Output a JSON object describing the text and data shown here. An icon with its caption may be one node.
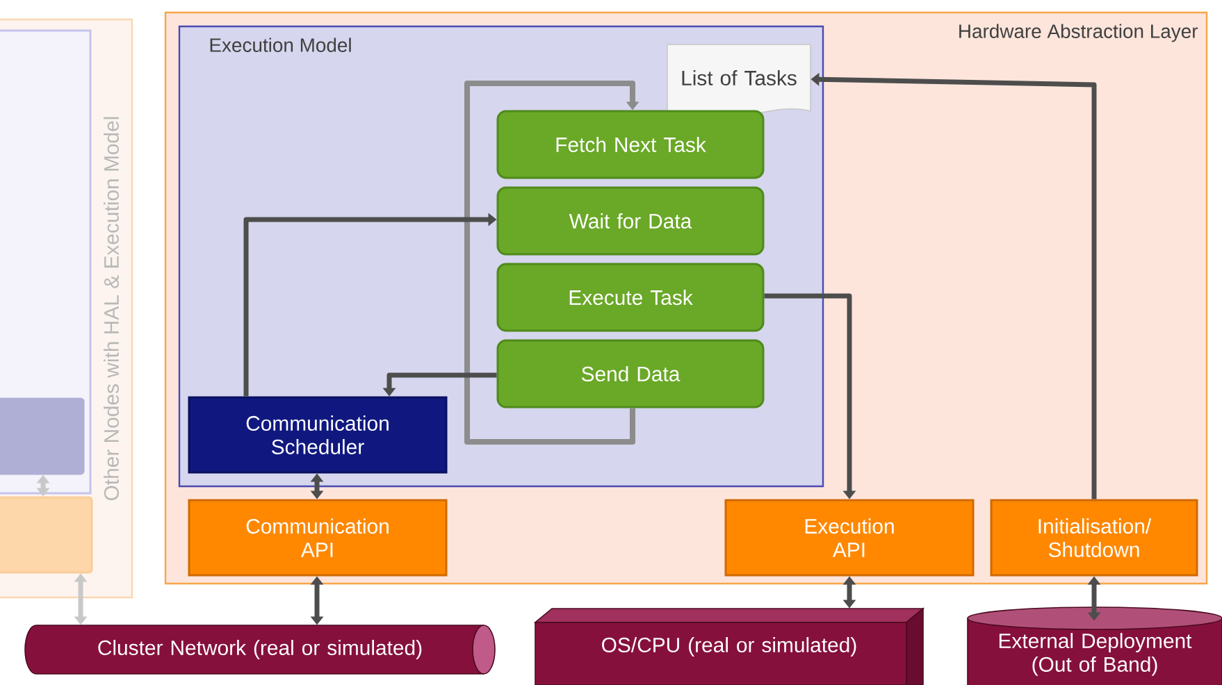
{
  "diagram": {
    "nodes": [
      {
        "text": [
          "Other Nodes with HAL & Execution Model"
        ]
      },
      {
        "text": [],
        "shape": "box",
        "in": 0
      },
      {
        "text": [],
        "shape": "box",
        "in": 1
      },
      {
        "text": [],
        "shape": "box",
        "in": 0
      },
      {
        "text": [
          "Hardware Abstraction Layer"
        ]
      },
      {
        "text": [
          "Execution Model"
        ],
        "in": 4
      },
      {
        "text": [
          "List of Tasks"
        ],
        "in": 5
      },
      {
        "text": [
          "Fetch Next Task"
        ],
        "in": 5
      },
      {
        "text": [
          "Wait for Data"
        ],
        "in": 5
      },
      {
        "text": [
          "Execute Task"
        ],
        "in": 5
      },
      {
        "text": [
          "Send Data"
        ],
        "in": 5
      },
      {
        "text": [
          "Communication Scheduler"
        ],
        "in": 5
      },
      {
        "text": [
          "Communication API"
        ],
        "in": 4
      },
      {
        "text": [
          "Execution API"
        ],
        "in": 4
      },
      {
        "text": [
          "Initialisation/ Shutdown"
        ],
        "in": 4
      },
      {
        "text": [
          "Cluster Network (real or simulated)"
        ]
      },
      {
        "text": [
          "OS/CPU (real or simulated)"
        ]
      },
      {
        "text": [
          "External Deployment (Out of Band)"
        ]
      }
    ],
    "edges": [
      {
        "from": 10,
        "to": 7,
        "arrow": "to",
        "color": "#8c8c8c"
      },
      {
        "from": 11,
        "to": 8,
        "arrow": "to"
      },
      {
        "from": 10,
        "to": 11,
        "arrow": "to"
      },
      {
        "from": 9,
        "to": 13,
        "arrow": "to"
      },
      {
        "from": 14,
        "to": 6,
        "arrow": "to"
      },
      {
        "from": 11,
        "to": 12,
        "arrow": "both"
      },
      {
        "from": 12,
        "to": 15,
        "arrow": "both"
      },
      {
        "from": 13,
        "to": 16,
        "arrow": "both"
      },
      {
        "from": 14,
        "to": 17,
        "arrow": "both"
      },
      {
        "from": 2,
        "to": 3,
        "arrow": "both",
        "color": "#c8c8c8"
      },
      {
        "from": 3,
        "to": 15,
        "arrow": "both",
        "color": "#c8c8c8"
      }
    ]
  }
}
